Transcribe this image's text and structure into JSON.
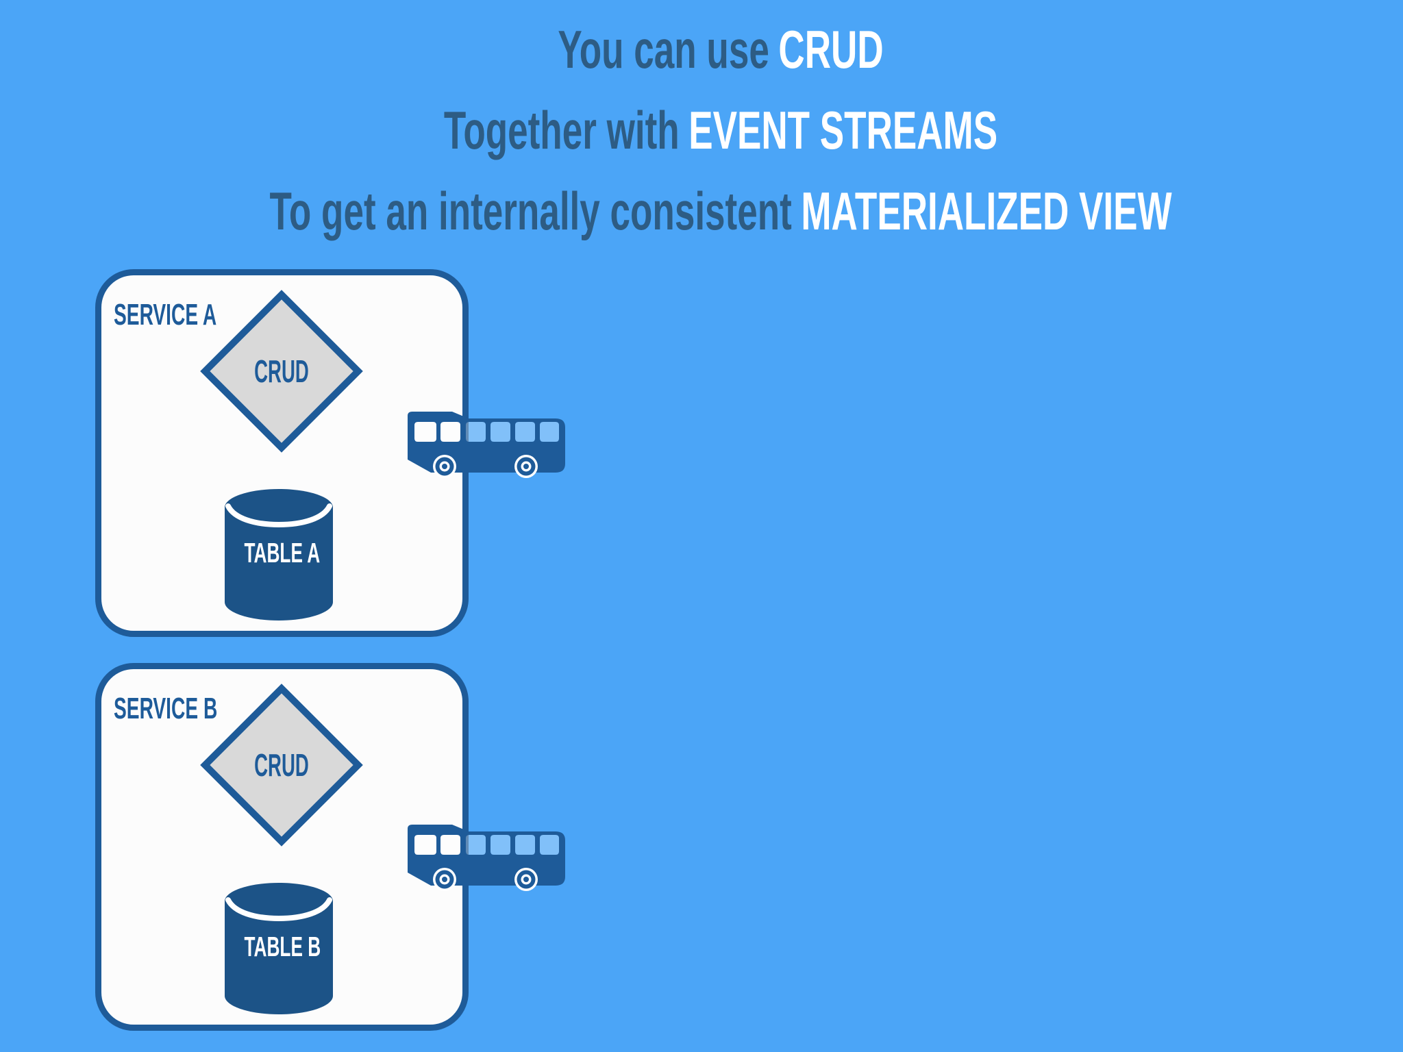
{
  "slide": {
    "background_color": "#4BA5F7",
    "shape_dark_blue": "#1E5B99",
    "cylinder_blue": "#1C5387",
    "title_text_color": "#2D5C84",
    "title_highlight_color": "#FFFFFF",
    "diamond_fill": "#D9D9D9",
    "title_lines": [
      {
        "regular": "You can use",
        "highlight": "CRUD"
      },
      {
        "regular": "Together with",
        "highlight": "EVENT STREAMS"
      },
      {
        "regular": "To get an internally consistent",
        "highlight": "MATERIALIZED VIEW"
      }
    ],
    "services": [
      {
        "name": "SERVICE A",
        "process_label": "CRUD",
        "store_label": "TABLE A",
        "bus_icon": "bus-icon"
      },
      {
        "name": "SERVICE B",
        "process_label": "CRUD",
        "store_label": "TABLE B",
        "bus_icon": "bus-icon"
      }
    ]
  }
}
